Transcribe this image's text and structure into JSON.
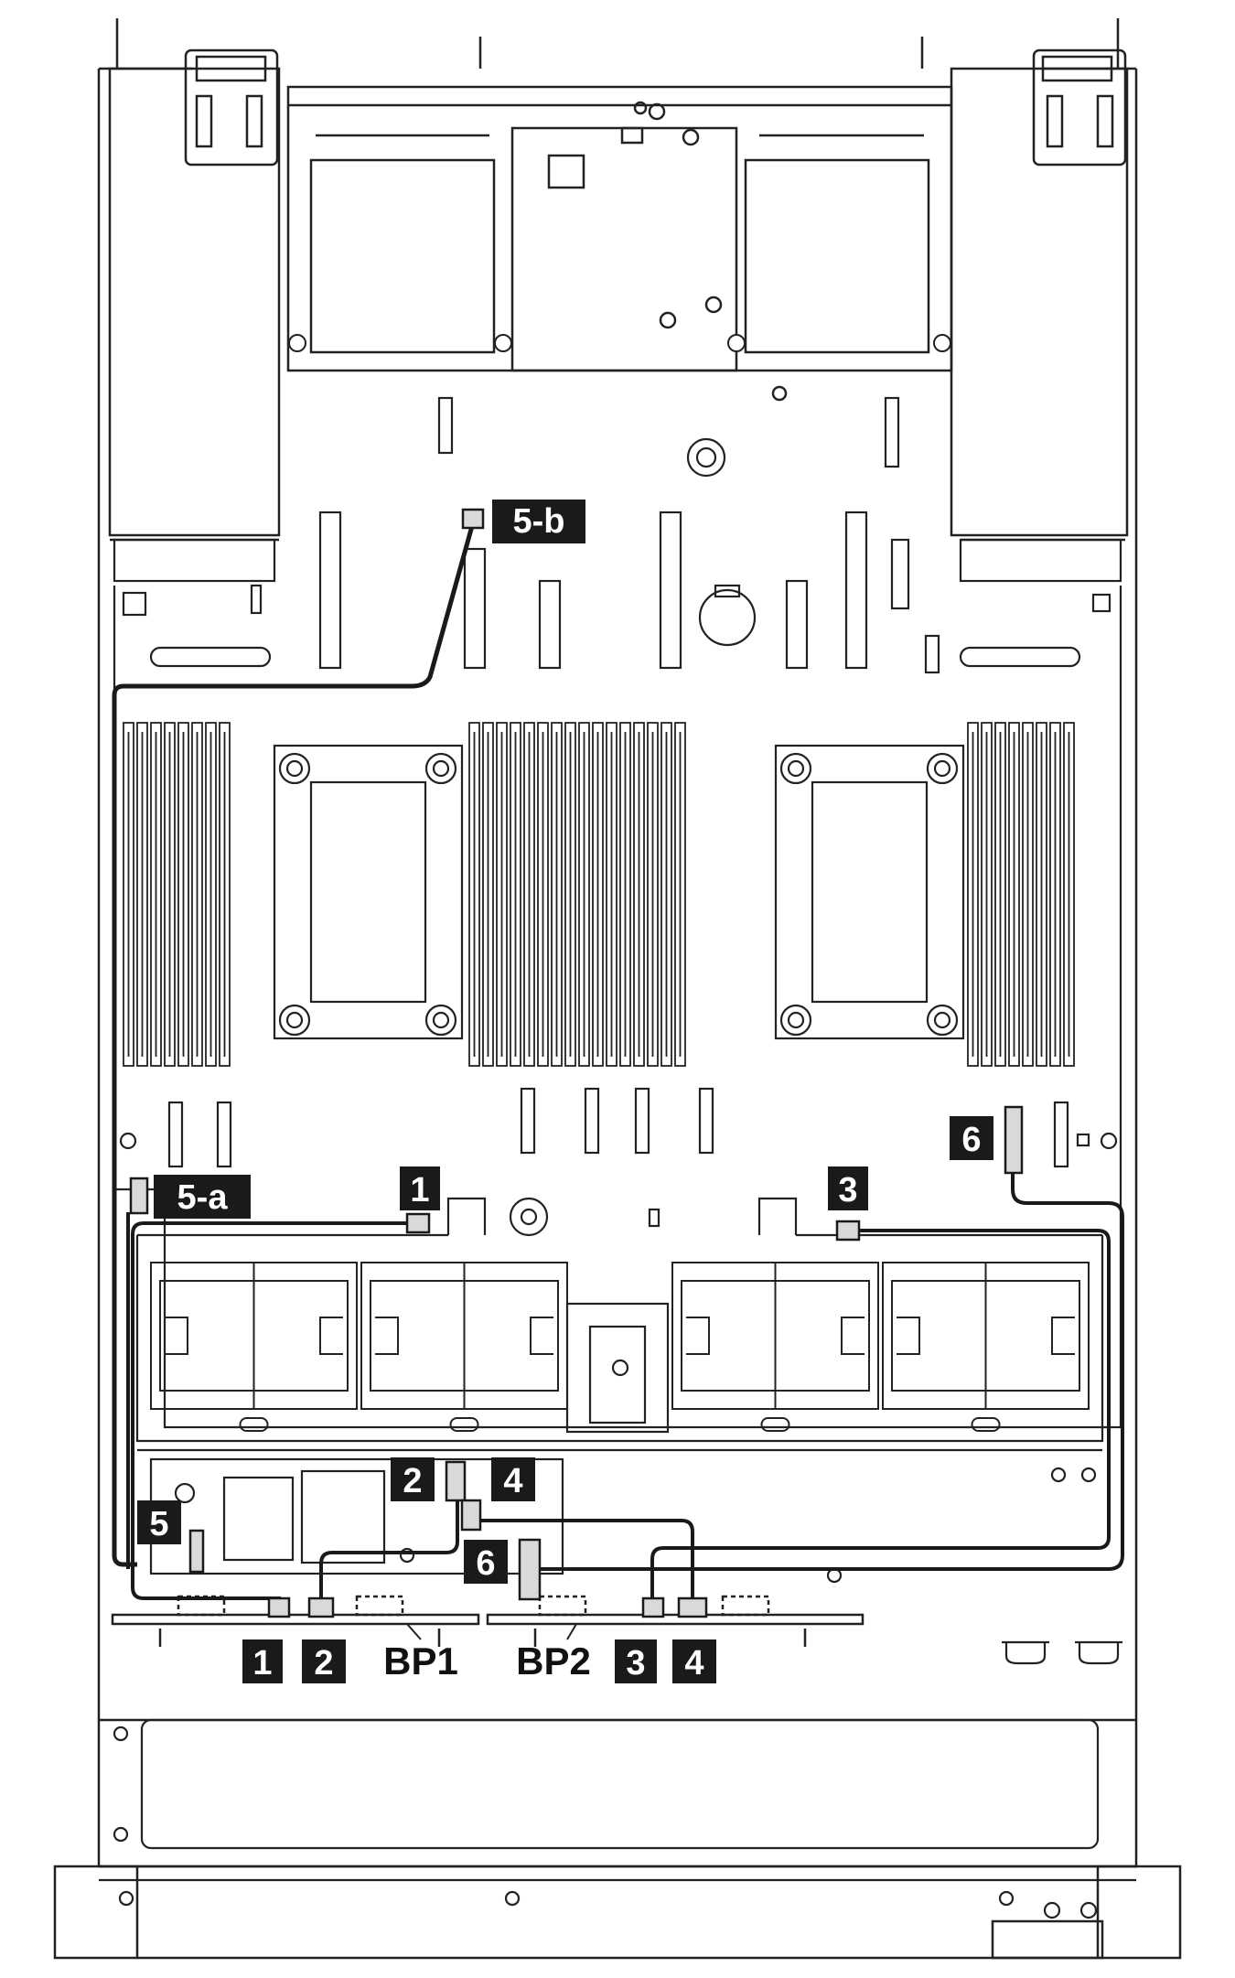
{
  "colors": {
    "line": "#222222",
    "line_light": "#666666",
    "cable": "#1a1a1a",
    "callout_bg": "#1a1a1a",
    "callout_fg": "#ffffff",
    "connector_fill": "#d9d9d9",
    "background": "#ffffff"
  },
  "callouts": {
    "c1_top": "1",
    "c3_top": "3",
    "c5a": "5-a",
    "c5b": "5-b",
    "c6_top": "6",
    "c2_mid": "2",
    "c4_mid": "4",
    "c5_left": "5",
    "c6_mid": "6",
    "c1_bottom": "1",
    "c2_bottom": "2",
    "c3_bottom": "3",
    "c4_bottom": "4"
  },
  "labels": {
    "bp1": "BP1",
    "bp2": "BP2"
  }
}
